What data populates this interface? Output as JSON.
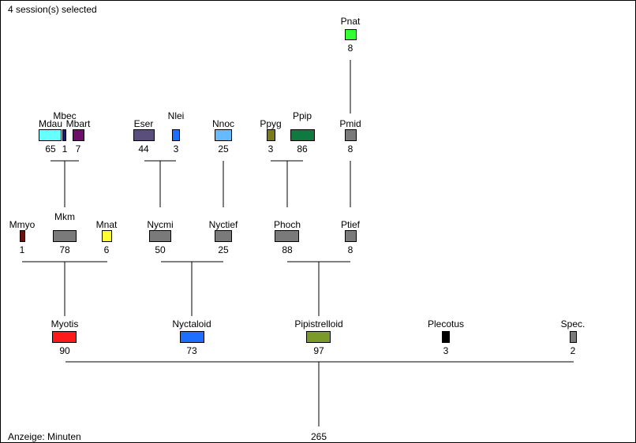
{
  "header": {
    "selection_status": "4 session(s) selected"
  },
  "footer": {
    "display_mode": "Anzeige: Minuten"
  },
  "root": {
    "value": "265"
  },
  "groups": [
    {
      "key": "myotis",
      "label": "Myotis",
      "value": "90",
      "color": "#ff1a1a"
    },
    {
      "key": "nyctaloid",
      "label": "Nyctaloid",
      "value": "73",
      "color": "#1f6fff"
    },
    {
      "key": "pipistrelloid",
      "label": "Pipistrelloid",
      "value": "97",
      "color": "#7a9a2a"
    },
    {
      "key": "plecotus",
      "label": "Plecotus",
      "value": "3",
      "color": "#000000"
    },
    {
      "key": "spec",
      "label": "Spec.",
      "value": "2",
      "color": "#7a7a7a"
    }
  ],
  "level2": [
    {
      "key": "mmyo",
      "label": "Mmyo",
      "value": "1",
      "color": "#6b0f0f"
    },
    {
      "key": "mkm",
      "label": "Mkm",
      "value": "78",
      "color": "#7a7a7a"
    },
    {
      "key": "mnat",
      "label": "Mnat",
      "value": "6",
      "color": "#ffff33"
    },
    {
      "key": "nycmi",
      "label": "Nycmi",
      "value": "50",
      "color": "#7a7a7a"
    },
    {
      "key": "nyctief",
      "label": "Nyctief",
      "value": "25",
      "color": "#7a7a7a"
    },
    {
      "key": "phoch",
      "label": "Phoch",
      "value": "88",
      "color": "#7a7a7a"
    },
    {
      "key": "ptief",
      "label": "Ptief",
      "value": "8",
      "color": "#7a7a7a"
    }
  ],
  "level3": [
    {
      "key": "mdau",
      "label": "Mdau",
      "value": "65",
      "color": "#66ffff"
    },
    {
      "key": "mbec",
      "label": "Mbec",
      "value": "1",
      "color": "#1a1a66"
    },
    {
      "key": "mbart",
      "label": "Mbart",
      "value": "7",
      "color": "#6b0f6b"
    },
    {
      "key": "eser",
      "label": "Eser",
      "value": "44",
      "color": "#5a4f7a"
    },
    {
      "key": "nlei",
      "label": "Nlei",
      "value": "3",
      "color": "#1f6fff"
    },
    {
      "key": "nnoc",
      "label": "Nnoc",
      "value": "25",
      "color": "#66bbff"
    },
    {
      "key": "ppyg",
      "label": "Ppyg",
      "value": "3",
      "color": "#7a7a1a"
    },
    {
      "key": "ppip",
      "label": "Ppip",
      "value": "86",
      "color": "#0f7a3f"
    },
    {
      "key": "pmid",
      "label": "Pmid",
      "value": "8",
      "color": "#7a7a7a"
    }
  ],
  "level4": [
    {
      "key": "pnat",
      "label": "Pnat",
      "value": "8",
      "color": "#33ff33"
    }
  ]
}
